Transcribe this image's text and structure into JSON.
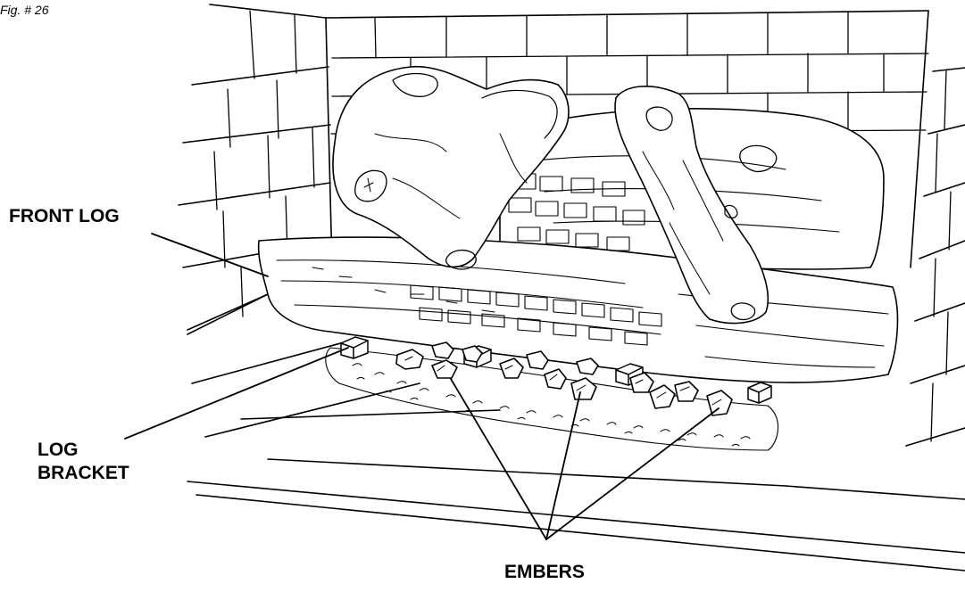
{
  "figure": {
    "number": "Fig. # 26"
  },
  "callouts": {
    "front_log": "FRONT LOG",
    "log_bracket": [
      "LOG",
      "BRACKET"
    ],
    "embers": "EMBERS"
  }
}
